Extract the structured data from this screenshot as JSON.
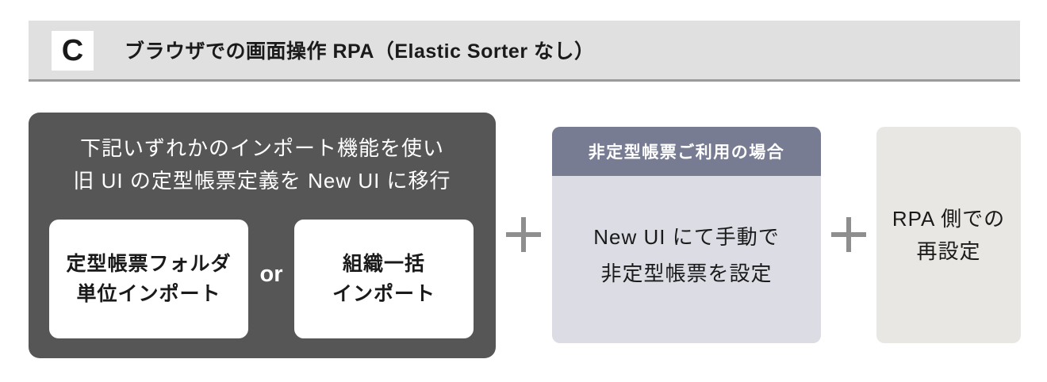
{
  "header": {
    "badge": "C",
    "title": "ブラウザでの画面操作 RPA（Elastic Sorter なし）"
  },
  "flow": {
    "import_card": {
      "intro_lines": [
        "下記いずれかのインポート機能を使い",
        "旧 UI の定型帳票定義を New UI に移行"
      ],
      "option1": {
        "lines": [
          "定型帳票フォルダ",
          "単位インポート"
        ]
      },
      "or_label": "or",
      "option2": {
        "lines": [
          "組織一括",
          "インポート"
        ]
      }
    },
    "manual_card": {
      "header": "非定型帳票ご利用の場合",
      "body_lines": [
        "New UI にて手動で",
        "非定型帳票を設定"
      ]
    },
    "rpa_card": {
      "lines": [
        "RPA 側での",
        "再設定"
      ]
    }
  },
  "icons": {
    "plus": "＋"
  },
  "colors": {
    "header_bg": "#e0e0e0",
    "header_border": "#9b9b9b",
    "import_card_bg": "#565656",
    "option_box_bg": "#ffffff",
    "manual_header_bg": "#777c93",
    "manual_body_bg": "#dcdde4",
    "rpa_card_bg": "#e9e7e3",
    "plus": "#8e8e8e"
  }
}
